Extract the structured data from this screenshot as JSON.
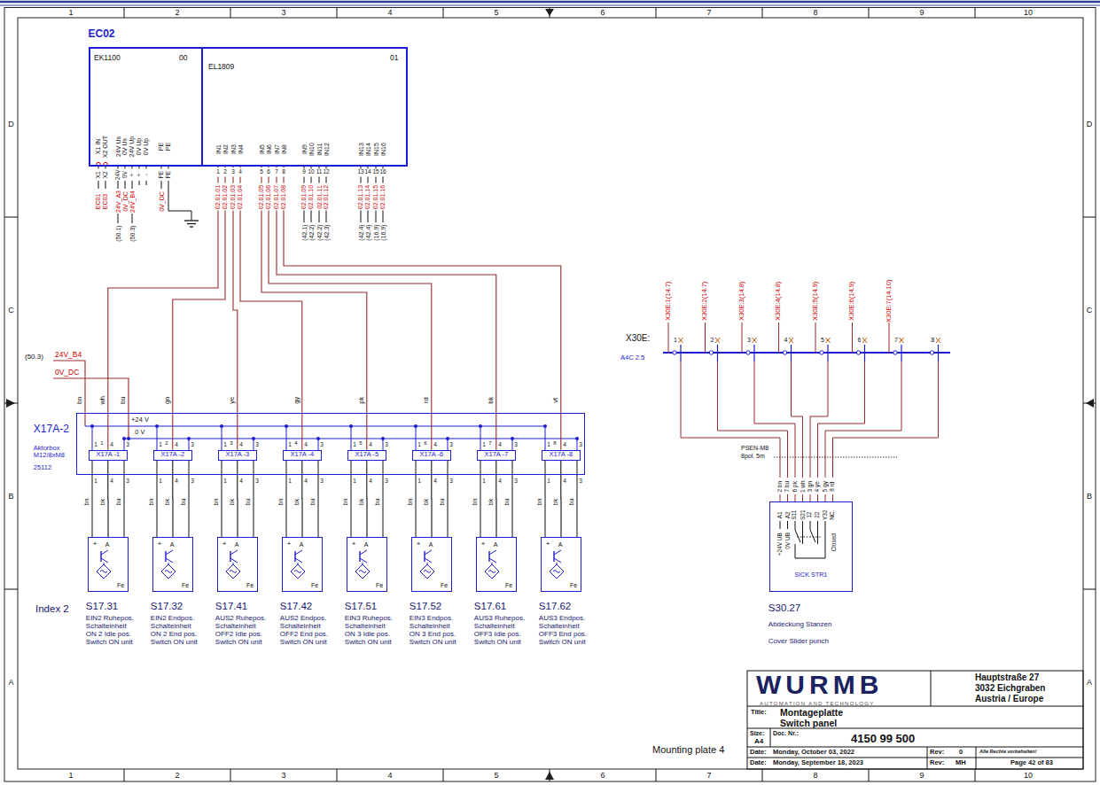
{
  "diagram": {
    "nodes": [
      {
        "text": [
          "EC02"
        ]
      },
      {
        "text": [
          "EK1100",
          "00"
        ],
        "in": 0
      },
      {
        "text": [
          "EL1809",
          "01"
        ],
        "in": 0
      },
      {
        "text": [
          "X17A-2",
          "Aktorbox M12/8xM8",
          "25112"
        ]
      },
      {
        "text": [
          "X17A -1"
        ],
        "in": 3
      },
      {
        "text": [
          "X17A -2"
        ],
        "in": 3
      },
      {
        "text": [
          "X17A -3"
        ],
        "in": 3
      },
      {
        "text": [
          "X17A -4"
        ],
        "in": 3
      },
      {
        "text": [
          "X17A -5"
        ],
        "in": 3
      },
      {
        "text": [
          "X17A -6"
        ],
        "in": 3
      },
      {
        "text": [
          "X17A -7"
        ],
        "in": 3
      },
      {
        "text": [
          "X17A -8"
        ],
        "in": 3
      },
      {
        "text": [
          "S17.31",
          "EIN2 Ruhepos. Schalteinheit ON 2 Idle pos. Switch ON unit"
        ]
      },
      {
        "text": [
          "S17.32",
          "EIN2 Endpos. Schalteinheit ON 2 End pos. Switch ON unit"
        ]
      },
      {
        "text": [
          "S17.41",
          "AUS2 Ruhepos. Schalteinheit OFF2 Idle pos. Switch ON unit"
        ]
      },
      {
        "text": [
          "S17.42",
          "AUS2 Endpos. Schalteinheit OFF2 End pos. Switch ON unit"
        ]
      },
      {
        "text": [
          "S17.51",
          "EIN3 Ruhepos. Schalteinheit ON 3 Idle pos. Switch ON unit"
        ]
      },
      {
        "text": [
          "S17.52",
          "EIN3 Endpos. Schalteinheit ON 3 End pos. Switch ON unit"
        ]
      },
      {
        "text": [
          "S17.61",
          "AUS3 Ruhepos. Schalteinheit OFF3 Idle pos. Switch ON unit"
        ]
      },
      {
        "text": [
          "S17.62",
          "AUS3 Endpos. Schalteinheit OFF3 End pos. Switch ON unit"
        ]
      },
      {
        "text": [
          "SICK STR1",
          "S30.27",
          "Abdeckung Stanzen",
          "Cover Slider punch"
        ]
      }
    ],
    "edges": [
      {
        "from": 2,
        "to": 4,
        "arrow": "none",
        "label": "wh"
      },
      {
        "from": 2,
        "to": 5,
        "arrow": "none",
        "label": "gn"
      },
      {
        "from": 2,
        "to": 6,
        "arrow": "none",
        "label": "ye"
      },
      {
        "from": 2,
        "to": 7,
        "arrow": "none",
        "label": "gy"
      },
      {
        "from": 2,
        "to": 8,
        "arrow": "none",
        "label": "pk"
      },
      {
        "from": 2,
        "to": 9,
        "arrow": "none",
        "label": "rd"
      },
      {
        "from": 2,
        "to": 10,
        "arrow": "none",
        "label": "bk"
      },
      {
        "from": 2,
        "to": 11,
        "arrow": "none",
        "label": "vt"
      },
      {
        "from": 4,
        "to": 12,
        "arrow": "none"
      },
      {
        "from": 5,
        "to": 13,
        "arrow": "none"
      },
      {
        "from": 6,
        "to": 14,
        "arrow": "none"
      },
      {
        "from": 7,
        "to": 15,
        "arrow": "none"
      },
      {
        "from": 8,
        "to": 16,
        "arrow": "none"
      },
      {
        "from": 9,
        "to": 17,
        "arrow": "none"
      },
      {
        "from": 10,
        "to": 18,
        "arrow": "none"
      },
      {
        "from": 11,
        "to": 19,
        "arrow": "none"
      }
    ],
    "labels": [
      "1",
      "2",
      "3",
      "4",
      "5",
      "6",
      "7",
      "8",
      "9",
      "10",
      "1",
      "2",
      "3",
      "4",
      "5",
      "6",
      "7",
      "8",
      "9",
      "10",
      "D",
      "C",
      "B",
      "A",
      "D",
      "C",
      "B",
      "A",
      "X1 IN",
      "X2 OUT",
      "24V Us",
      "0V Us",
      "24V Up",
      "0V Up",
      "0V Up",
      "PE",
      "PE",
      "X1",
      "X2",
      "24V",
      "0V",
      "+",
      "+",
      "-",
      "PE",
      "PE",
      "EC01",
      "EC03",
      "24V_A3",
      "0V_DC",
      "24V_B4",
      "0V_DC",
      "(50.1)",
      "(50.3)",
      "IN1",
      "IN2",
      "IN3",
      "IN4",
      "IN5",
      "IN6",
      "IN7",
      "IN8",
      "IN9",
      "IN10",
      "IN11",
      "IN12",
      "IN13",
      "IN14",
      "IN15",
      "IN16",
      "1",
      "2",
      "3",
      "4",
      "5",
      "6",
      "7",
      "8",
      "9",
      "10",
      "11",
      "12",
      "13",
      "14",
      "15",
      "16",
      "02.01.01",
      "02.01.02",
      "02.01.03",
      "02.01.04",
      "02.01.05",
      "02.01.06",
      "02.01.07",
      "02.01.08",
      "02.01.09",
      "02.01.10",
      "02.01.11",
      "02.01.12",
      "02.01.13",
      "02.01.14",
      "02.01.15",
      "02.01.16",
      "(42.1)",
      "(42.2)",
      "(42.2)",
      "(42.3)",
      "(42.4)",
      "(42.4)",
      "(16.9)",
      "(16.9)",
      "(50.3)",
      "24V_B4",
      "0V_DC",
      "bn",
      "bu",
      "+24 V",
      "0 V",
      "1",
      "1",
      "4",
      "3",
      "1",
      "2",
      "4",
      "3",
      "1",
      "3",
      "4",
      "3",
      "1",
      "4",
      "4",
      "3",
      "1",
      "5",
      "4",
      "3",
      "1",
      "6",
      "4",
      "3",
      "1",
      "7",
      "4",
      "3",
      "1",
      "8",
      "4",
      "3",
      "1",
      "4",
      "3",
      "1",
      "4",
      "3",
      "1",
      "4",
      "3",
      "1",
      "4",
      "3",
      "1",
      "4",
      "3",
      "1",
      "4",
      "3",
      "1",
      "4",
      "3",
      "1",
      "4",
      "3",
      "bn",
      "bk",
      "bu",
      "bn",
      "bk",
      "bu",
      "bn",
      "bk",
      "bu",
      "bn",
      "bk",
      "bu",
      "bn",
      "bk",
      "bu",
      "bn",
      "bk",
      "bu",
      "bn",
      "bk",
      "bu",
      "bn",
      "bk",
      "bu",
      "+",
      "A",
      "Fe",
      "+",
      "A",
      "Fe",
      "+",
      "A",
      "Fe",
      "+",
      "A",
      "Fe",
      "+",
      "A",
      "Fe",
      "+",
      "A",
      "Fe",
      "+",
      "A",
      "Fe",
      "+",
      "A",
      "Fe",
      "Index 2",
      "X30E:",
      "A4C 2.5",
      "1",
      "2",
      "3",
      "4",
      "5",
      "6",
      "7",
      "8",
      "X30E:1(14.7)",
      "X30E:2(14.7)",
      "X30E:3(14.8)",
      "X30E:4(14.8)",
      "X30E:5(14.9)",
      "X30E:6(14.9)",
      "X30E:7(14.10)",
      "PSEN-M8",
      "8pol. 5m",
      "2 bn",
      "7 bu",
      "6 pk",
      "1 wh",
      "3 gn",
      "4 ye",
      "5 gy",
      "8 rd",
      "A1",
      "A2",
      "S11",
      "S21",
      "12",
      "22",
      "Y32",
      "NC.",
      "+24V UB",
      "0V UB",
      "Closed",
      "WURMB",
      "AUTOMATION AND TECHNOLOGY",
      "Hauptstraße 27",
      "3032 Eichgraben",
      "Austria / Europe",
      "Title:",
      "Montageplatte",
      "Switch panel",
      "Size:",
      "A4",
      "Doc. Nr.:",
      "4150 99 500",
      "Date:",
      "Monday, October 03, 2022",
      "Rev:",
      "0",
      "Alle Rechte vorbehalten!",
      "Date:",
      "Monday, September 18, 2023",
      "Rev:",
      "MH",
      "Page 42 of 83",
      "Mounting plate 4"
    ]
  }
}
